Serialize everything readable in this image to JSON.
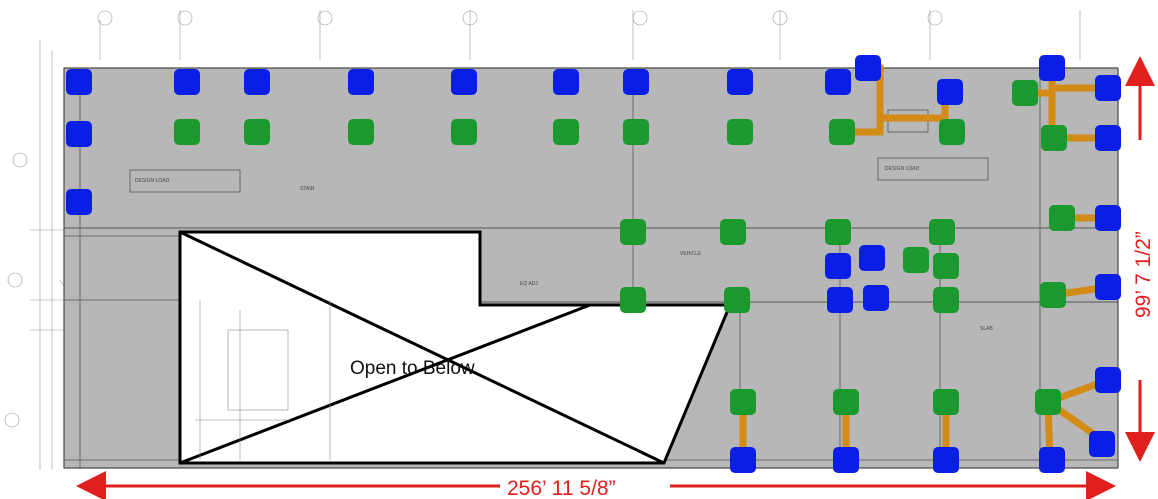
{
  "drawing": {
    "open_to_below_label": "Open to Below",
    "dimension_width": "256’ 11 5/8”",
    "dimension_height": "99’ 7 1/2”"
  },
  "colors": {
    "slab": "#b7b7b7",
    "linework": "#4a4a4a",
    "blue_marker": "#0a1ee6",
    "green_marker": "#1a9a2e",
    "connector": "#d48b16",
    "dimension": "#e0201c"
  }
}
